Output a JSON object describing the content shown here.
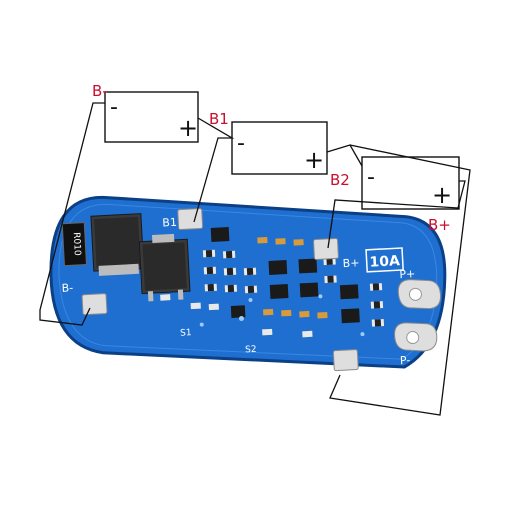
{
  "batteries": [
    {
      "neg": "-",
      "pos": "+"
    },
    {
      "neg": "-",
      "pos": "+"
    },
    {
      "neg": "-",
      "pos": "+"
    }
  ],
  "wire_labels": {
    "b_minus": "B-",
    "b1": "B1",
    "b2": "B2",
    "b_plus": "B+"
  },
  "board": {
    "color": "#1f6fd0",
    "current_rating": "10A",
    "pad_b1": "B1",
    "pad_b_minus": "B-",
    "pad_b_plus": "B+",
    "pad_b2": "B2",
    "pad_p_plus": "P+",
    "pad_p_minus": "P-",
    "resistor_marking": "R010",
    "switch_s1": "S1",
    "switch_s2": "S2"
  }
}
